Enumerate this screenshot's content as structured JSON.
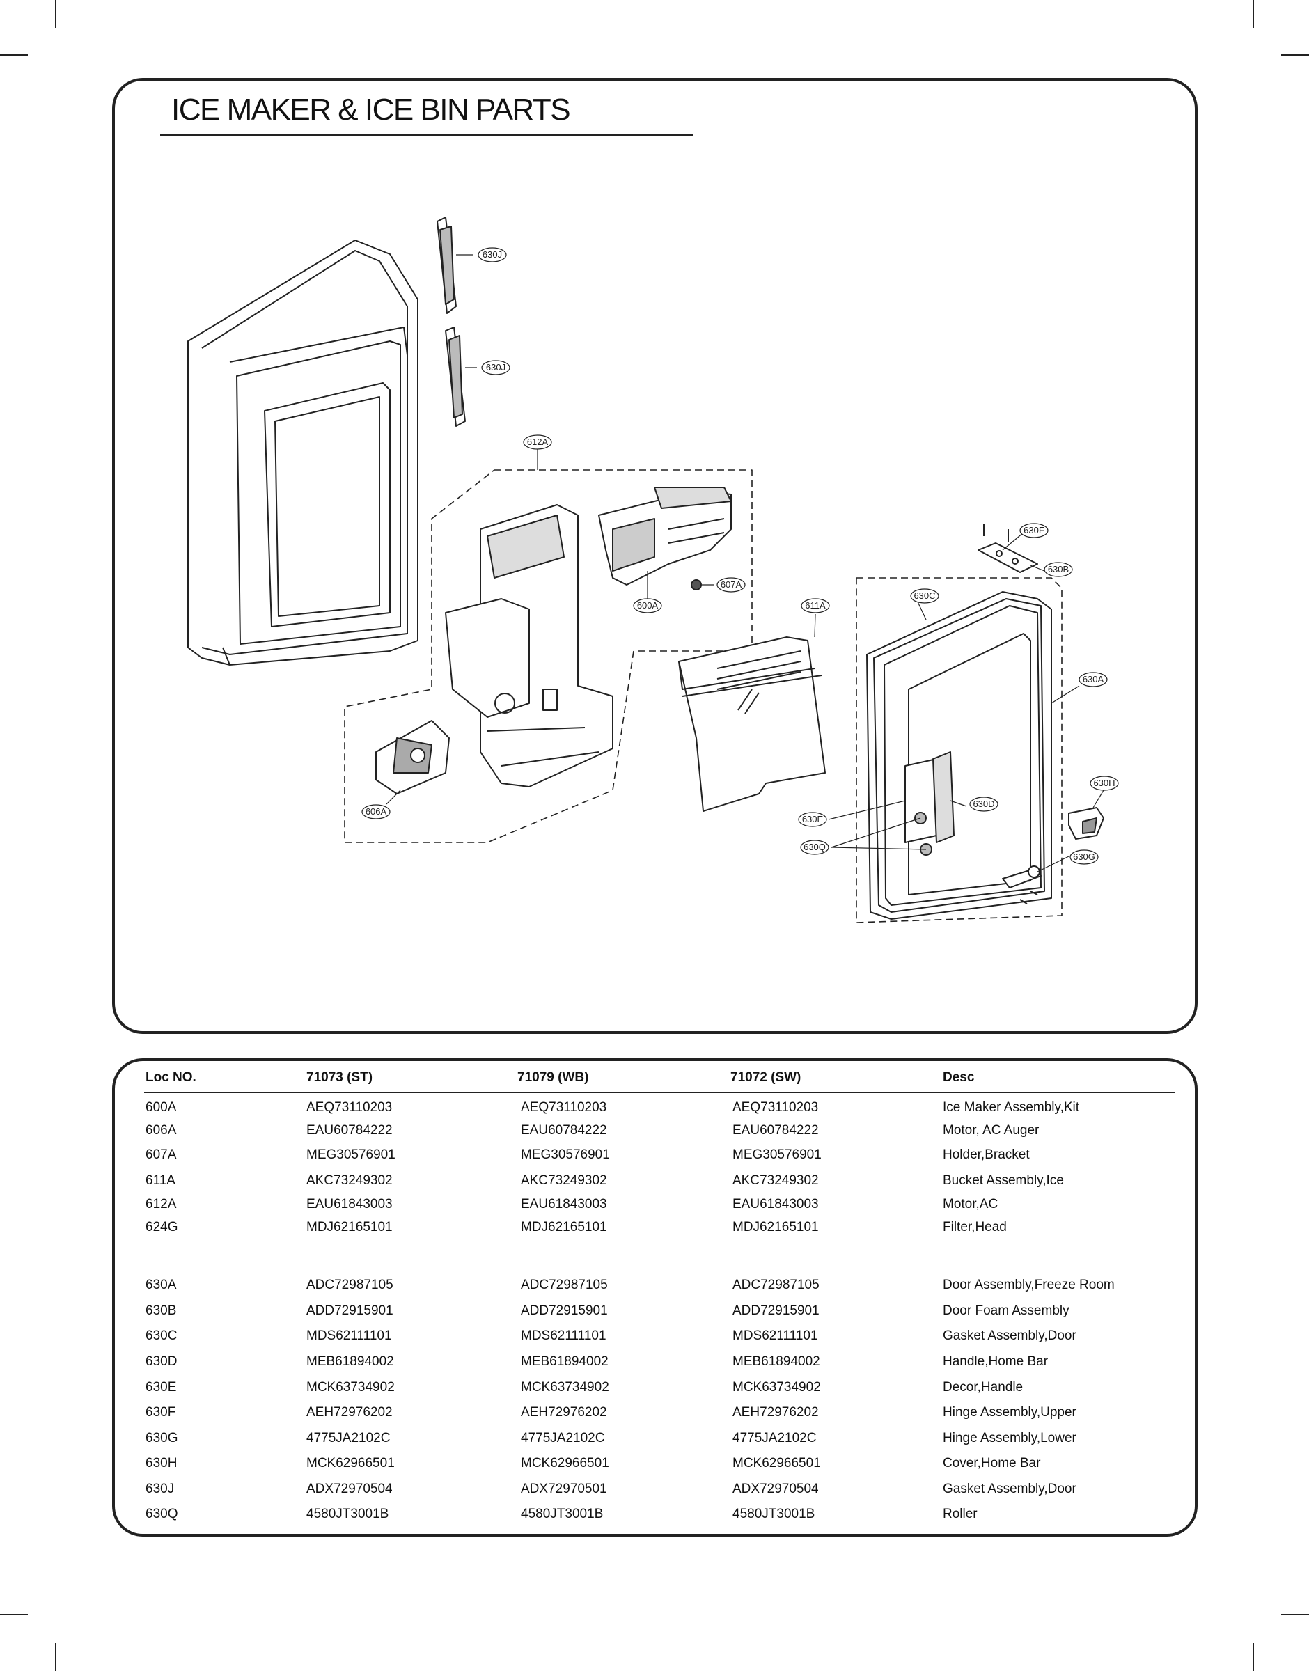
{
  "title": "ICE MAKER & ICE BIN PARTS",
  "callouts": {
    "c630J_a": "630J",
    "c630J_b": "630J",
    "c612A": "612A",
    "c600A": "600A",
    "c607A": "607A",
    "c611A": "611A",
    "c630F": "630F",
    "c630B": "630B",
    "c630C": "630C",
    "c630A": "630A",
    "c630H": "630H",
    "c630D": "630D",
    "c630E": "630E",
    "c630Q": "630Q",
    "c630G": "630G",
    "c606A": "606A"
  },
  "table": {
    "headers": [
      "Loc NO.",
      "71073 (ST)",
      "71079 (WB)",
      "71072 (SW)",
      "Desc"
    ],
    "rows": [
      [
        "600A",
        "AEQ73110203",
        "AEQ73110203",
        "AEQ73110203",
        "Ice Maker Assembly,Kit"
      ],
      [
        "606A",
        "EAU60784222",
        "EAU60784222",
        "EAU60784222",
        "Motor, AC Auger"
      ],
      [
        "607A",
        "MEG30576901",
        "MEG30576901",
        "MEG30576901",
        "Holder,Bracket"
      ],
      [
        "611A",
        "AKC73249302",
        "AKC73249302",
        "AKC73249302",
        "Bucket Assembly,Ice"
      ],
      [
        "612A",
        "EAU61843003",
        "EAU61843003",
        "EAU61843003",
        "Motor,AC"
      ],
      [
        "624G",
        "MDJ62165101",
        "MDJ62165101",
        "MDJ62165101",
        "Filter,Head"
      ],
      [
        "630A",
        "ADC72987105",
        "ADC72987105",
        "ADC72987105",
        "Door Assembly,Freeze Room"
      ],
      [
        "630B",
        "ADD72915901",
        "ADD72915901",
        "ADD72915901",
        "Door Foam Assembly"
      ],
      [
        "630C",
        "MDS62111101",
        "MDS62111101",
        "MDS62111101",
        "Gasket Assembly,Door"
      ],
      [
        "630D",
        "MEB61894002",
        "MEB61894002",
        "MEB61894002",
        "Handle,Home Bar"
      ],
      [
        "630E",
        "MCK63734902",
        "MCK63734902",
        "MCK63734902",
        "Decor,Handle"
      ],
      [
        "630F",
        "AEH72976202",
        "AEH72976202",
        "AEH72976202",
        "Hinge Assembly,Upper"
      ],
      [
        "630G",
        "4775JA2102C",
        "4775JA2102C",
        "4775JA2102C",
        "Hinge Assembly,Lower"
      ],
      [
        "630H",
        "MCK62966501",
        "MCK62966501",
        "MCK62966501",
        "Cover,Home Bar"
      ],
      [
        "630J",
        "ADX72970504",
        "ADX72970501",
        "ADX72970504",
        "Gasket Assembly,Door"
      ],
      [
        "630Q",
        "4580JT3001B",
        "4580JT3001B",
        "4580JT3001B",
        "Roller"
      ]
    ]
  }
}
